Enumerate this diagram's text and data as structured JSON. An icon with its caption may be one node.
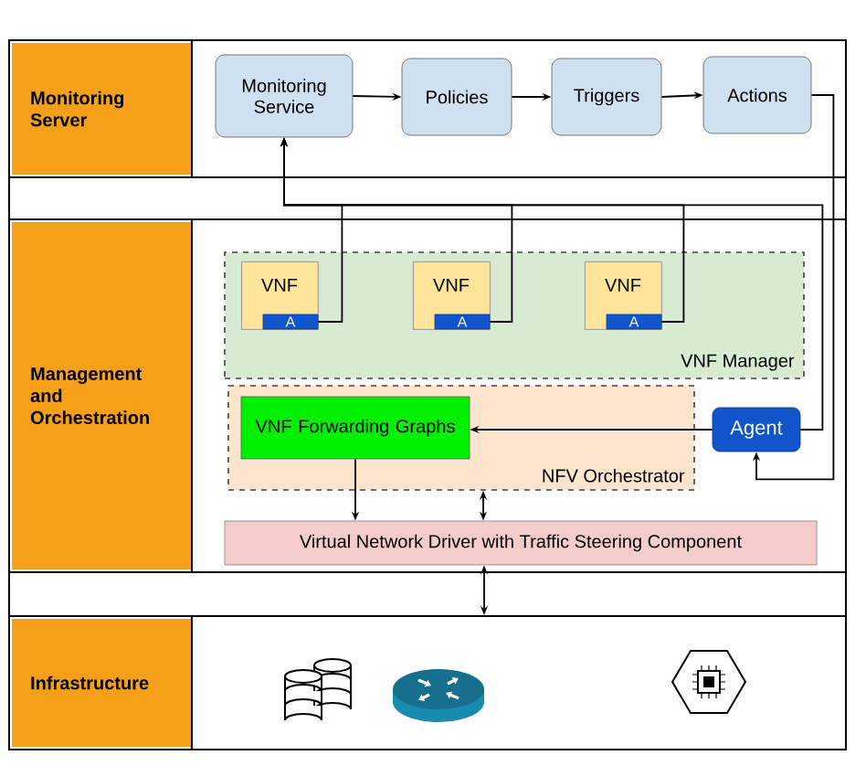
{
  "diagram": {
    "nodes": [
      {
        "text": [
          "Monitoring Server"
        ]
      },
      {
        "text": [
          "Monitoring Service"
        ],
        "in": 0
      },
      {
        "text": [
          "Policies"
        ],
        "in": 0
      },
      {
        "text": [
          "Triggers"
        ],
        "in": 0
      },
      {
        "text": [
          "Actions"
        ],
        "in": 0
      },
      {
        "text": [
          "Management and Orchestration"
        ]
      },
      {
        "text": [
          "VNF Manager"
        ],
        "in": 5
      },
      {
        "text": [
          "VNF"
        ],
        "in": 6
      },
      {
        "text": [
          "A"
        ],
        "in": 7
      },
      {
        "text": [
          "VNF"
        ],
        "in": 6
      },
      {
        "text": [
          "A"
        ],
        "in": 9
      },
      {
        "text": [
          "VNF"
        ],
        "in": 6
      },
      {
        "text": [
          "A"
        ],
        "in": 11
      },
      {
        "text": [
          "NFV Orchestrator"
        ],
        "in": 5
      },
      {
        "text": [
          "VNF Forwarding Graphs"
        ],
        "in": 13
      },
      {
        "text": [
          "Agent"
        ],
        "in": 5
      },
      {
        "text": [
          "Virtual Network Driver with Traffic Steering Component"
        ],
        "in": 5
      },
      {
        "text": [
          "Infrastructure"
        ]
      }
    ],
    "edges": [
      {
        "from": 1,
        "to": 2,
        "arrow": "to"
      },
      {
        "from": 2,
        "to": 3,
        "arrow": "to"
      },
      {
        "from": 3,
        "to": 4,
        "arrow": "to"
      },
      {
        "from": 4,
        "to": 15,
        "arrow": "to"
      },
      {
        "from": 15,
        "to": 1,
        "arrow": "to"
      },
      {
        "from": 8,
        "to": 1,
        "arrow": "to"
      },
      {
        "from": 10,
        "to": 1,
        "arrow": "to"
      },
      {
        "from": 12,
        "to": 1,
        "arrow": "to"
      },
      {
        "from": 15,
        "to": 14,
        "arrow": "to"
      },
      {
        "from": 14,
        "to": 16,
        "arrow": "to"
      },
      {
        "from": 13,
        "to": 16,
        "arrow": "both"
      },
      {
        "from": 16,
        "to": 17,
        "arrow": "both"
      }
    ]
  }
}
